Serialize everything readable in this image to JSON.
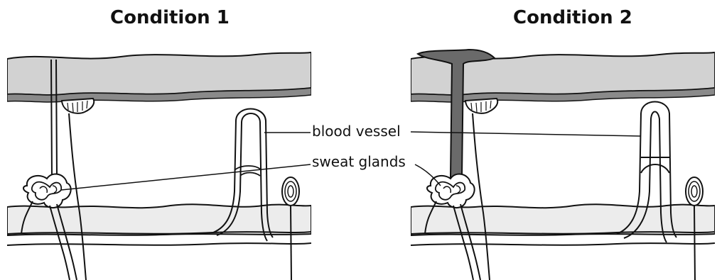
{
  "panels": [
    {
      "title": "Condition 1"
    },
    {
      "title": "Condition 2"
    }
  ],
  "labels": {
    "blood_vessel": "blood vessel",
    "sweat_glands": "sweat glands"
  },
  "colors": {
    "epidermis": "#d2d2d2",
    "basal_layer": "#8a8a8a",
    "dermis": "#ffffff",
    "fat_layer": "#ececec",
    "dilated_duct": "#6a6a6a",
    "outline": "#111111"
  }
}
